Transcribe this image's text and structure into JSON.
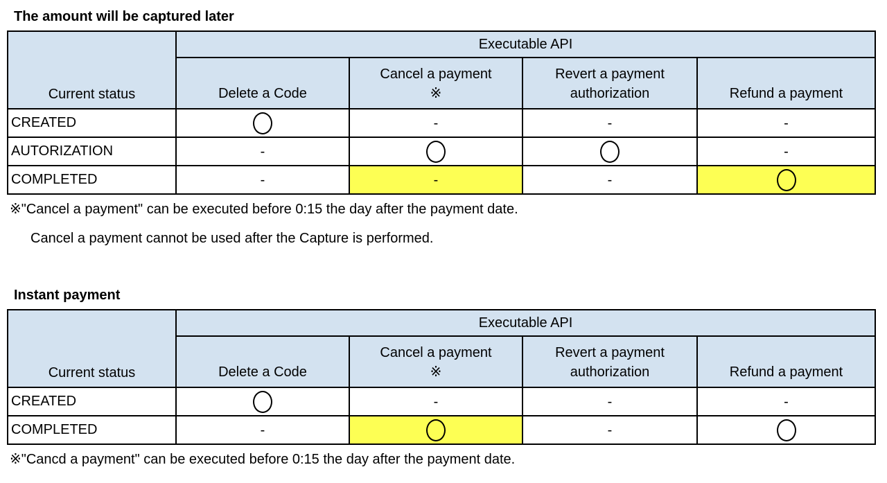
{
  "colors": {
    "header_bg": "#d3e2f0",
    "highlight_bg": "#fdff54",
    "border": "#000000",
    "text": "#000000",
    "page_bg": "#ffffff"
  },
  "marks": {
    "available": "○",
    "not_available": "-"
  },
  "tables": [
    {
      "title": "The amount will be captured later",
      "group_header": "Executable API",
      "row_header": "Current status",
      "api_headers": [
        [
          "Delete a Code"
        ],
        [
          "Cancel a payment",
          "※"
        ],
        [
          "Revert a payment",
          "authorization"
        ],
        [
          "Refund a payment"
        ]
      ],
      "rows": [
        {
          "label": "CREATED",
          "cells": [
            {
              "v": "○",
              "hl": false
            },
            {
              "v": "-",
              "hl": false
            },
            {
              "v": "-",
              "hl": false
            },
            {
              "v": "-",
              "hl": false
            }
          ]
        },
        {
          "label": "AUTORIZATION",
          "cells": [
            {
              "v": "-",
              "hl": false
            },
            {
              "v": "○",
              "hl": false
            },
            {
              "v": "○",
              "hl": false
            },
            {
              "v": "-",
              "hl": false
            }
          ]
        },
        {
          "label": "COMPLETED",
          "cells": [
            {
              "v": "-",
              "hl": false
            },
            {
              "v": "-",
              "hl": true
            },
            {
              "v": "-",
              "hl": false
            },
            {
              "v": "○",
              "hl": true
            }
          ]
        }
      ],
      "footnotes": [
        "※\"Cancel a payment\" can be executed before 0:15 the day after the payment date.",
        "Cancel a payment cannot be used after the Capture is performed."
      ]
    },
    {
      "title": "Instant payment",
      "group_header": "Executable API",
      "row_header": "Current status",
      "api_headers": [
        [
          "Delete a Code"
        ],
        [
          "Cancel a payment",
          "※"
        ],
        [
          "Revert a payment",
          "authorization"
        ],
        [
          "Refund a payment"
        ]
      ],
      "rows": [
        {
          "label": "CREATED",
          "cells": [
            {
              "v": "○",
              "hl": false
            },
            {
              "v": "-",
              "hl": false
            },
            {
              "v": "-",
              "hl": false
            },
            {
              "v": "-",
              "hl": false
            }
          ]
        },
        {
          "label": "COMPLETED",
          "cells": [
            {
              "v": "-",
              "hl": false
            },
            {
              "v": "○",
              "hl": true
            },
            {
              "v": "-",
              "hl": false
            },
            {
              "v": "○",
              "hl": false
            }
          ]
        }
      ],
      "footnotes": [
        "※\"Cancd a payment\" can be executed before 0:15 the day after the payment date."
      ]
    }
  ]
}
